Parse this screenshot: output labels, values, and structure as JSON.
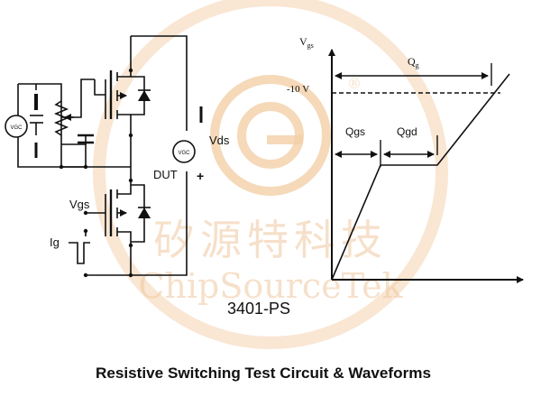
{
  "watermark": {
    "chinese": "矽源特科技",
    "english": "ChipSourceTek",
    "registered_mark": "®",
    "color": "#f0c8a0"
  },
  "circuit": {
    "source_label_left": "VGC",
    "source_label_right": "VGC",
    "vds_label": "Vds",
    "dut_label": "DUT",
    "vgs_label": "Vgs",
    "ig_label": "Ig",
    "plus_sign": "+"
  },
  "waveform": {
    "y_axis_label_main": "V",
    "y_axis_label_sub": "gs",
    "level_label": "-10 V",
    "qg_label_main": "Q",
    "qg_label_sub": "g",
    "qgs_label": "Qgs",
    "qgd_label": "Qgd"
  },
  "part_number": "3401-PS",
  "caption": "Resistive Switching Test Circuit  &  Waveforms"
}
